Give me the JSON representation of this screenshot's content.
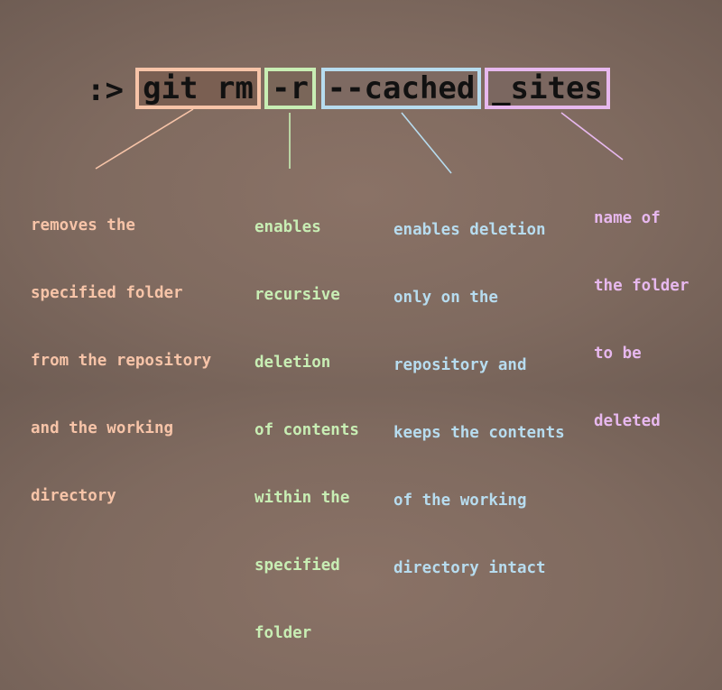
{
  "command": {
    "prompt": ":>",
    "tokens": [
      {
        "id": "git",
        "text": "git rm",
        "color": "#f7c4a8",
        "fill": "#7a5f52"
      },
      {
        "id": "r",
        "text": "-r",
        "color": "#c8eeb4",
        "fill": "#7a6659"
      },
      {
        "id": "cached",
        "text": "--cached",
        "color": "#b7dcef",
        "fill": "#7e6a62"
      },
      {
        "id": "sites",
        "text": "_sites",
        "color": "#e7b8ee",
        "fill": "#7b6760"
      }
    ]
  },
  "annotations": {
    "git": {
      "color": "#f7c4a8",
      "lines": [
        "removes the",
        "specified folder",
        "from the repository",
        "and the working",
        "directory"
      ]
    },
    "r": {
      "color": "#c8eeb4",
      "lines": [
        "enables",
        "recursive",
        "deletion",
        "of contents",
        "within the",
        "specified",
        "folder"
      ]
    },
    "cached": {
      "color": "#b7dcef",
      "lines": [
        "enables deletion",
        "only on the",
        "repository and",
        "keeps the contents",
        "of the working",
        "directory intact"
      ]
    },
    "sites": {
      "color": "#e7b8ee",
      "lines": [
        "name of",
        "the folder",
        "to be",
        "deleted"
      ]
    }
  }
}
